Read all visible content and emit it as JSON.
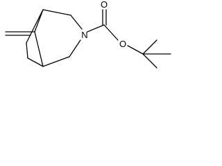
{
  "structure": {
    "atom_labels": {
      "nitrogen": "N",
      "carbonyl_oxygen": "O",
      "ester_oxygen": "O"
    },
    "colors": {
      "bond": "#000000",
      "label": "#000000",
      "background": "#ffffff"
    }
  }
}
